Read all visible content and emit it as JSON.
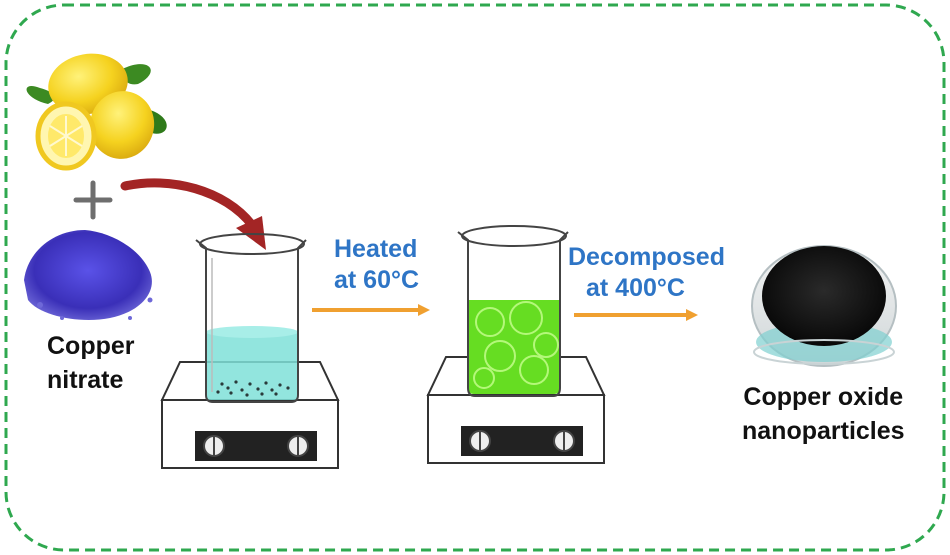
{
  "labels": {
    "reactant": "Copper nitrate",
    "reactant_line1": "Copper",
    "reactant_line2": "nitrate",
    "step1_line1": "Heated",
    "step1_line2": "at 60°C",
    "step2_line1": "Decomposed",
    "step2_line2": "at 400°C",
    "product_line1": "Copper oxide",
    "product_line2": "nanoparticles"
  },
  "colors": {
    "frame_border": "#2FA84F",
    "step_label": "#2E75C6",
    "process_arrow": "#F0A030",
    "curved_arrow": "#A32525",
    "solution_initial": "#7FE0D8",
    "solution_heated": "#66DD22",
    "copper_nitrate_powder": "#3A2FB8",
    "copper_oxide_powder": "#111111",
    "lemon": "#F5D21F"
  },
  "icons": {
    "lemons": "lemon-icon",
    "plus": "plus-icon",
    "powder": "blue-powder-icon",
    "beaker": "beaker-icon",
    "hotplate": "hot-plate-icon",
    "dish": "petri-dish-icon"
  }
}
